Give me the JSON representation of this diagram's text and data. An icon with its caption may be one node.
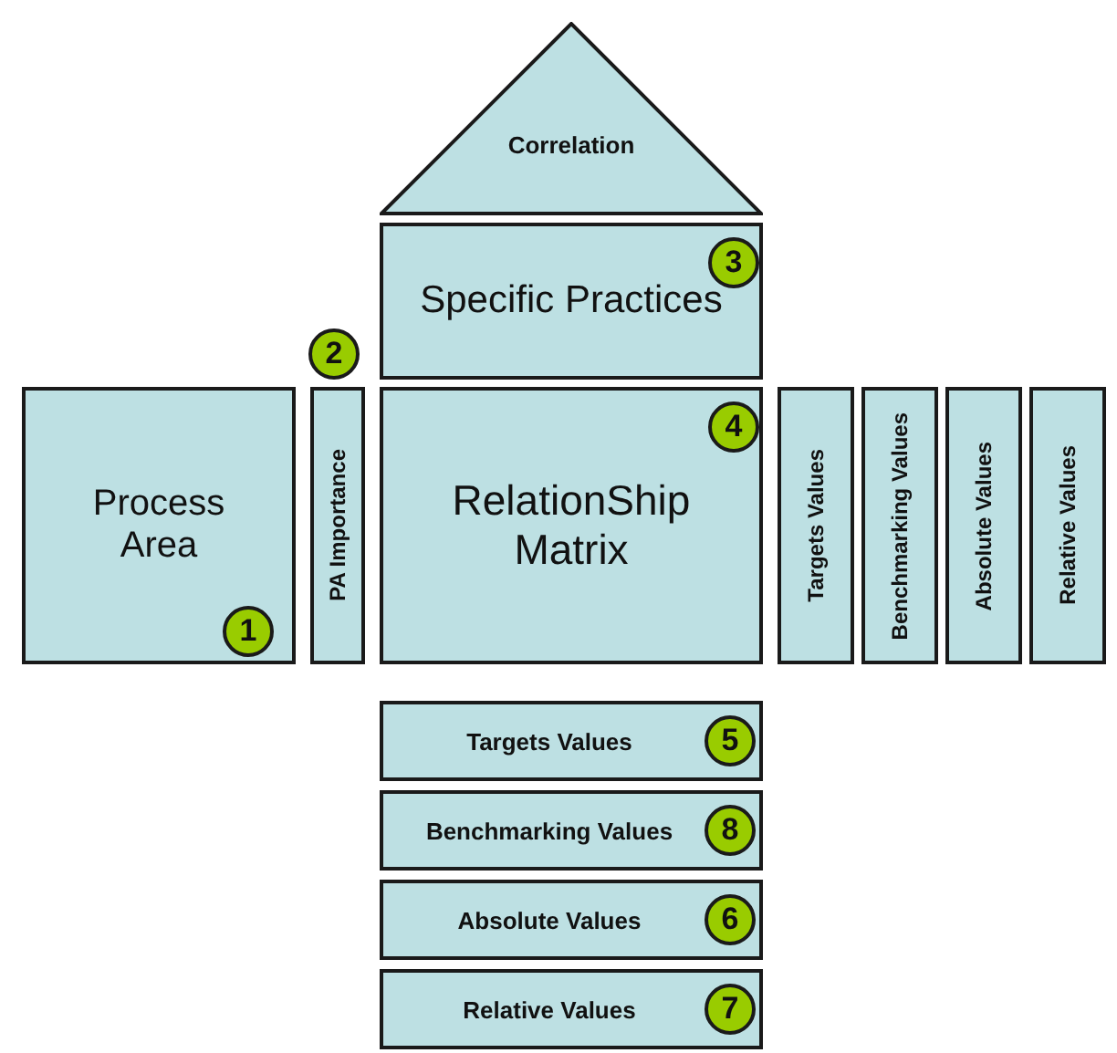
{
  "diagram": {
    "nodes": [
      {
        "text": [
          "Correlation"
        ]
      },
      {
        "text": [
          "Specific Practices"
        ]
      },
      {
        "text": [
          "3"
        ],
        "in": 1
      },
      {
        "text": [
          "2"
        ]
      },
      {
        "text": [
          "Process Area"
        ]
      },
      {
        "text": [
          "1"
        ],
        "in": 4
      },
      {
        "text": [
          "PA Importance"
        ]
      },
      {
        "text": [
          "RelationShip Matrix"
        ]
      },
      {
        "text": [
          "4"
        ],
        "in": 7
      },
      {
        "text": [
          "Targets Values"
        ]
      },
      {
        "text": [
          "Benchmarking Values"
        ]
      },
      {
        "text": [
          "Absolute Values"
        ]
      },
      {
        "text": [
          "Relative Values"
        ]
      },
      {
        "text": [
          "Targets Values"
        ]
      },
      {
        "text": [
          "5"
        ],
        "in": 13
      },
      {
        "text": [
          "Benchmarking Values"
        ]
      },
      {
        "text": [
          "8"
        ],
        "in": 15
      },
      {
        "text": [
          "Absolute Values"
        ]
      },
      {
        "text": [
          "6"
        ],
        "in": 17
      },
      {
        "text": [
          "Relative Values"
        ]
      },
      {
        "text": [
          "7"
        ],
        "in": 19
      }
    ],
    "edges": []
  }
}
